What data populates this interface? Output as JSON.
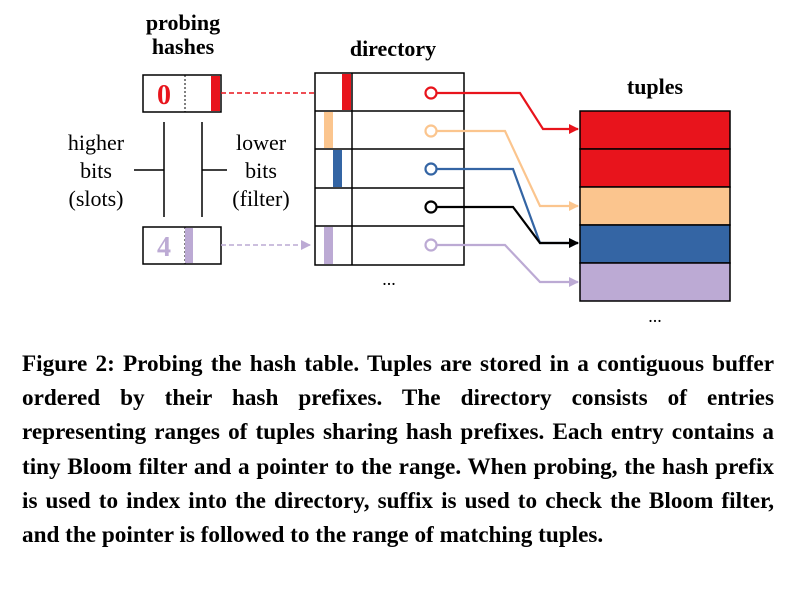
{
  "labels": {
    "probing_hashes_line1": "probing",
    "probing_hashes_line2": "hashes",
    "directory": "directory",
    "tuples": "tuples",
    "higher_bits_1": "higher",
    "higher_bits_2": "bits",
    "higher_bits_3": "(slots)",
    "lower_bits_1": "lower",
    "lower_bits_2": "bits",
    "lower_bits_3": "(filter)",
    "hash_value_0": "0",
    "hash_value_4": "4",
    "directory_ellipsis": "...",
    "tuples_ellipsis": "..."
  },
  "colors": {
    "red": "#e8141c",
    "orange": "#fbc58e",
    "blue": "#3465a4",
    "black": "#000000",
    "lavender": "#bcaad4"
  },
  "caption": {
    "label": "Figure 2:",
    "text": "Probing the hash table. Tuples are stored in a contiguous buffer ordered by their hash prefixes. The directory consists of entries representing ranges of tuples sharing hash prefixes. Each entry contains a tiny Bloom filter and a pointer to the range. When probing, the hash prefix is used to index into the directory, suffix is used to check the Bloom filter, and the pointer is followed to the range of matching tuples."
  }
}
